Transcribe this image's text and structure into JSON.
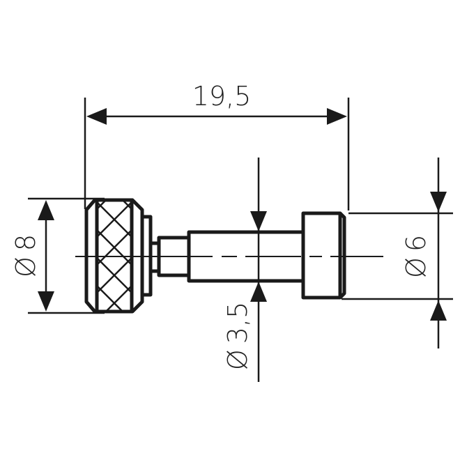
{
  "drawing": {
    "title": "Knurled screw technical drawing",
    "line_color": "#1a1a1a",
    "background": "#ffffff"
  },
  "dimensions": {
    "overall_length": {
      "label": "19,5",
      "value": 19.5,
      "unit": "mm"
    },
    "knurl_diameter": {
      "label": "Ø 8",
      "symbol": "Ø",
      "value_text": "8",
      "value": 8,
      "unit": "mm"
    },
    "shaft_diameter": {
      "label": "Ø 3,5",
      "symbol": "Ø",
      "value_text": "3,5",
      "value": 3.5,
      "unit": "mm"
    },
    "head_diameter": {
      "label": "Ø 6",
      "symbol": "Ø",
      "value_text": "6",
      "value": 6,
      "unit": "mm"
    }
  }
}
